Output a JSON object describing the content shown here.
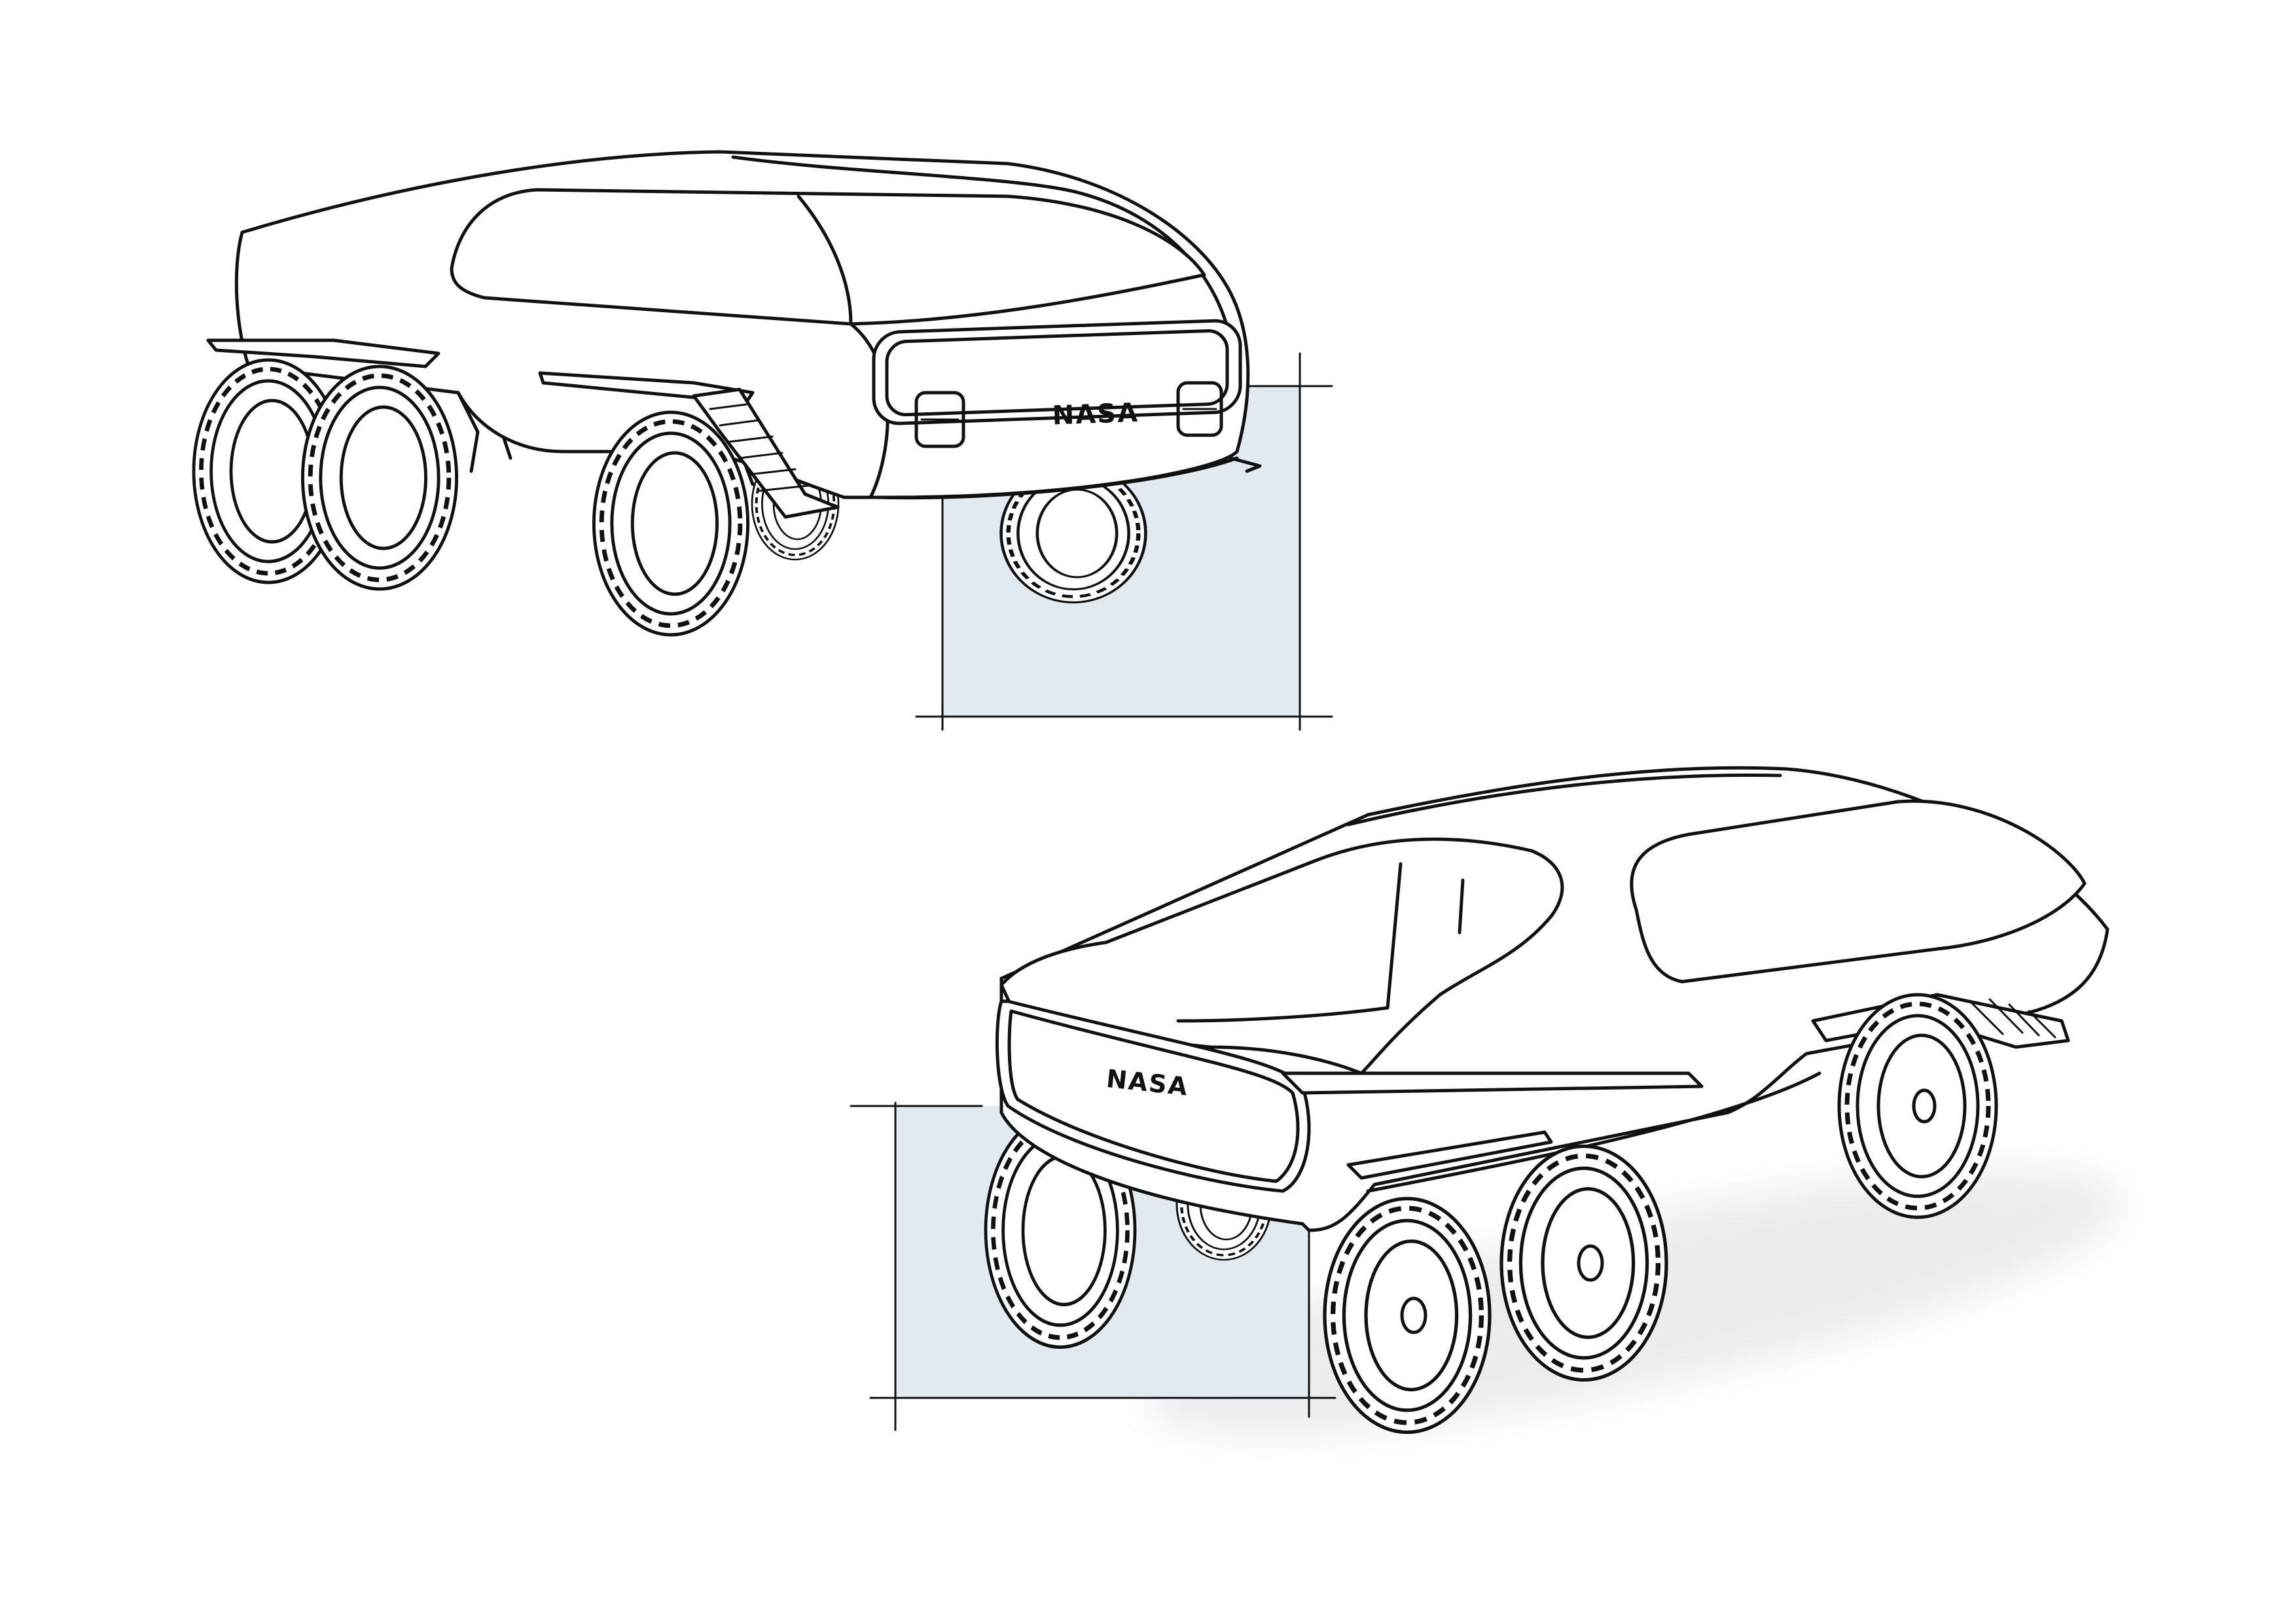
{
  "colors": {
    "background": "#ffffff",
    "ink": "#111111",
    "ground_box": "#e2eaf1",
    "shadow": "#ececec"
  },
  "views": [
    {
      "name": "rear-three-quarter-view",
      "logo": "NASA"
    },
    {
      "name": "front-three-quarter-view",
      "logo": "NASA"
    }
  ]
}
